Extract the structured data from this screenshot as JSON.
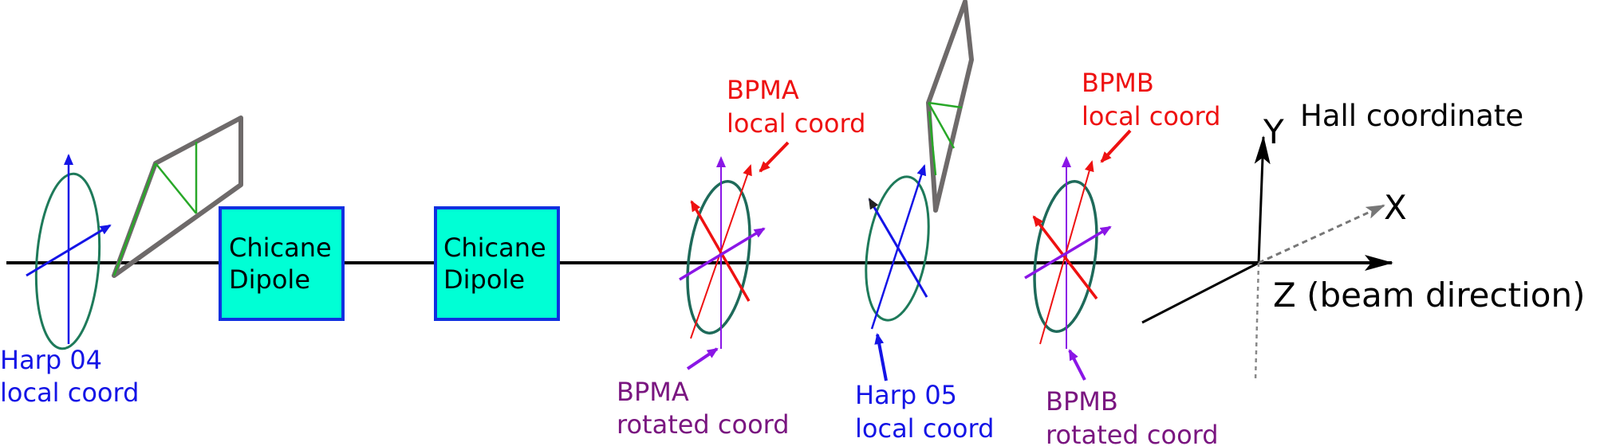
{
  "labels": {
    "harp04": [
      "Harp 04",
      "local coord"
    ],
    "chicane1": [
      "Chicane",
      "Dipole"
    ],
    "chicane2": [
      "Chicane",
      "Dipole"
    ],
    "bpma_local": [
      "BPMA",
      "local coord"
    ],
    "bpma_rot": [
      "BPMA",
      "rotated coord"
    ],
    "harp05": [
      "Harp 05",
      "local coord"
    ],
    "bpmb_local": [
      "BPMB",
      "local coord"
    ],
    "bpmb_rot": [
      "BPMB",
      "rotated coord"
    ],
    "hall_title": "Hall coordinate",
    "axis_y": "Y",
    "axis_x": "X",
    "axis_z": "Z (beam direction)"
  },
  "colors": {
    "blue": "#1414e6",
    "red": "#ee1111",
    "purple": "#8a16e6",
    "purple_text": "#7a1680",
    "teal": "#1e7a5a",
    "green": "#28a828",
    "gray": "#6e6a6a",
    "cyan_fill": "#00ffd5",
    "box_stroke": "#1030e0"
  }
}
